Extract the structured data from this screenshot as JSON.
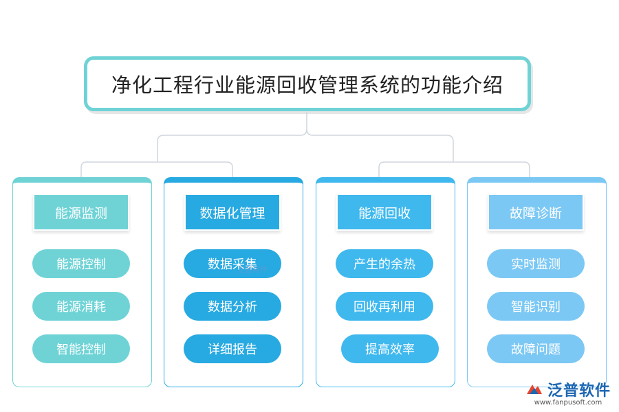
{
  "title": "净化工程行业能源回收管理系统的功能介绍",
  "columns": [
    {
      "header": "能源监测",
      "color": "#6fd3d6",
      "items": [
        "能源控制",
        "能源消耗",
        "智能控制"
      ]
    },
    {
      "header": "数据化管理",
      "color": "#27a9e1",
      "items": [
        "数据采集",
        "数据分析",
        "详细报告"
      ]
    },
    {
      "header": "能源回收",
      "color": "#3fb8ee",
      "items": [
        "产生的余热",
        "回收再利用",
        "提高效率"
      ]
    },
    {
      "header": "故障诊断",
      "color": "#7cc8f4",
      "items": [
        "实时监测",
        "智能识别",
        "故障问题"
      ]
    }
  ],
  "watermark": "泛普软件",
  "brand": {
    "name": "泛普软件",
    "url": "www.fanpusoft.com"
  }
}
